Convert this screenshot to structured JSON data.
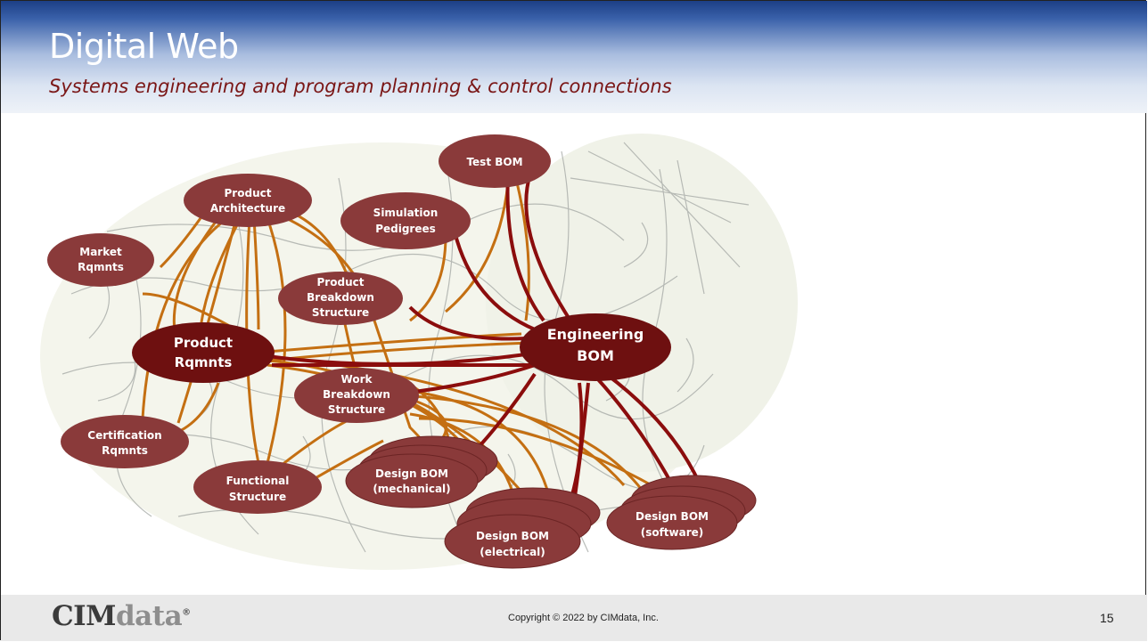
{
  "slide": {
    "title": "Digital Web",
    "subtitle": "Systems engineering and program planning & control connections",
    "copyright": "Copyright © 2022 by CIMdata, Inc.",
    "page_number": "15",
    "logo": {
      "part1": "CIM",
      "part2": "data",
      "mark": "®"
    }
  },
  "colors": {
    "node_fill": "#8a3a3a",
    "node_dark": "#6e1010",
    "link_orange": "#c46f12",
    "link_red": "#8b0d0d",
    "title_text": "#ffffff",
    "subtitle_text": "#7a1616"
  },
  "diagram": {
    "nodes": {
      "test_bom": [
        "Test BOM"
      ],
      "product_architecture": [
        "Product",
        "Architecture"
      ],
      "simulation_pedigrees": [
        "Simulation",
        "Pedigrees"
      ],
      "market_rqmnts": [
        "Market",
        "Rqmnts"
      ],
      "product_breakdown": [
        "Product",
        "Breakdown",
        "Structure"
      ],
      "engineering_bom": [
        "Engineering",
        "BOM"
      ],
      "product_rqmnts": [
        "Product",
        "Rqmnts"
      ],
      "work_breakdown": [
        "Work",
        "Breakdown",
        "Structure"
      ],
      "certification_rqmnts": [
        "Certification",
        "Rqmnts"
      ],
      "functional_structure": [
        "Functional",
        "Structure"
      ],
      "design_bom_mechanical": [
        "Design BOM",
        "(mechanical)"
      ],
      "design_bom_electrical": [
        "Design BOM",
        "(electrical)"
      ],
      "design_bom_software": [
        "Design BOM",
        "(software)"
      ]
    }
  }
}
